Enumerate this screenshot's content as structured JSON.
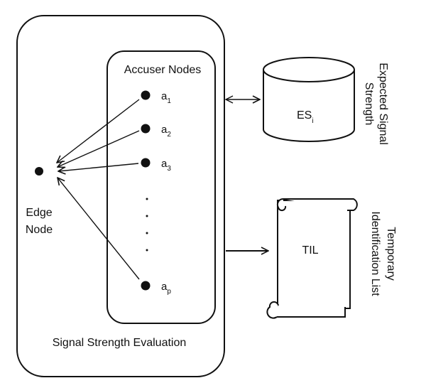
{
  "diagram": {
    "outer_box_label": "Signal Strength Evaluation",
    "inner_box_label": "Accuser Nodes",
    "edge_node_label_line1": "Edge",
    "edge_node_label_line2": "Node",
    "accusers": [
      {
        "base": "a",
        "sub": "1"
      },
      {
        "base": "a",
        "sub": "2"
      },
      {
        "base": "a",
        "sub": "3"
      },
      {
        "base": "a",
        "sub": "p"
      }
    ],
    "database_label_base": "ES",
    "database_label_sub": "i",
    "database_side_line1": "Expected Signal",
    "database_side_line2": "Strength",
    "scroll_label": "TIL",
    "scroll_side_line1": "Temporary",
    "scroll_side_line2": "Identification List"
  },
  "colors": {
    "stroke": "#111111",
    "node_fill": "#111111",
    "background": "#ffffff"
  }
}
